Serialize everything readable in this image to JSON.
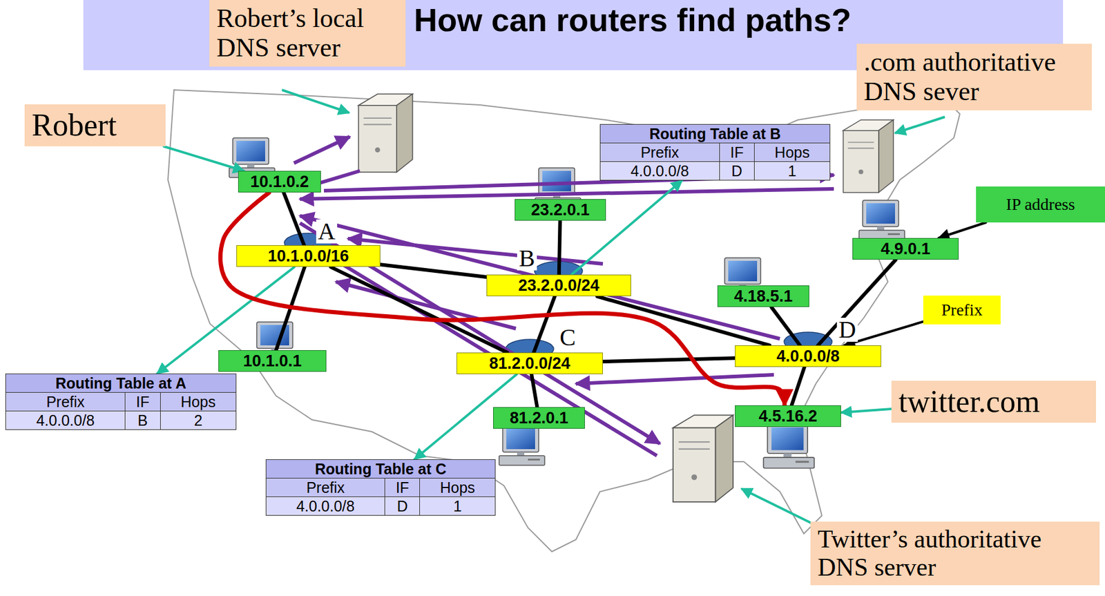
{
  "diagram": {
    "title": "How can routers find paths?",
    "nodes": [
      {
        "text": [
          "Robert’s local DNS server"
        ]
      },
      {
        "text": [
          ".com authoritative DNS sever"
        ]
      },
      {
        "text": [
          "Robert"
        ]
      },
      {
        "text": [
          "Routing Table at B",
          "Prefix",
          "IF",
          "Hops",
          "4.0.0.0/8",
          "D",
          "1"
        ]
      },
      {
        "text": [
          "10.1.0.2"
        ]
      },
      {
        "text": [
          "23.2.0.1"
        ]
      },
      {
        "text": [
          "IP address"
        ]
      },
      {
        "text": [
          "4.9.0.1"
        ]
      },
      {
        "text": [
          "10.1.0.0/16"
        ]
      },
      {
        "text": [
          "23.2.0.0/24"
        ]
      },
      {
        "text": [
          "4.18.5.1"
        ]
      },
      {
        "text": [
          "Prefix"
        ]
      },
      {
        "text": [
          "10.1.0.1"
        ]
      },
      {
        "text": [
          "81.2.0.0/24"
        ]
      },
      {
        "text": [
          "4.0.0.0/8"
        ]
      },
      {
        "text": [
          "Routing Table at A",
          "Prefix",
          "IF",
          "Hops",
          "4.0.0.0/8",
          "B",
          "2"
        ]
      },
      {
        "text": [
          "81.2.0.1"
        ]
      },
      {
        "text": [
          "4.5.16.2"
        ]
      },
      {
        "text": [
          "twitter.com"
        ]
      },
      {
        "text": [
          "Routing Table at C",
          "Prefix",
          "IF",
          "Hops",
          "4.0.0.0/8",
          "D",
          "1"
        ]
      },
      {
        "text": [
          "Twitter’s authoritative DNS server"
        ]
      }
    ],
    "edges": [
      {
        "from": 2,
        "to": 4,
        "arrow": "to"
      },
      {
        "from": 6,
        "to": 7,
        "arrow": "to"
      },
      {
        "from": 11,
        "to": 14,
        "arrow": "to"
      },
      {
        "from": 18,
        "to": 17,
        "arrow": "to"
      },
      {
        "from": 8,
        "to": 15,
        "arrow": "to"
      },
      {
        "from": 9,
        "to": 3,
        "arrow": "to"
      },
      {
        "from": 13,
        "to": 19,
        "arrow": "to"
      },
      {
        "from": 8,
        "to": 4,
        "arrow": "none"
      },
      {
        "from": 8,
        "to": 12,
        "arrow": "none"
      },
      {
        "from": 8,
        "to": 9,
        "arrow": "none"
      },
      {
        "from": 8,
        "to": 13,
        "arrow": "none"
      },
      {
        "from": 9,
        "to": 5,
        "arrow": "none"
      },
      {
        "from": 9,
        "to": 13,
        "arrow": "none"
      },
      {
        "from": 9,
        "to": 14,
        "arrow": "none"
      },
      {
        "from": 13,
        "to": 14,
        "arrow": "none"
      },
      {
        "from": 13,
        "to": 16,
        "arrow": "none"
      },
      {
        "from": 14,
        "to": 10,
        "arrow": "none"
      },
      {
        "from": 14,
        "to": 7,
        "arrow": "none"
      },
      {
        "from": 14,
        "to": 17,
        "arrow": "none"
      },
      {
        "from": 4,
        "to": 17,
        "arrow": "to"
      }
    ],
    "labels": [
      "A",
      "B",
      "C",
      "D"
    ]
  }
}
